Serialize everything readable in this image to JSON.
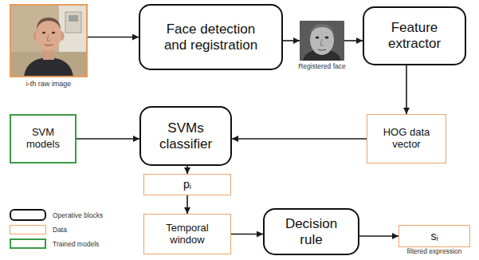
{
  "diagram": {
    "nodes": [
      {
        "text": [
          "i-th raw image"
        ]
      },
      {
        "text": [
          "Face detection and registration"
        ]
      },
      {
        "text": [
          "Registered face"
        ]
      },
      {
        "text": [
          "Feature extractor"
        ]
      },
      {
        "text": [
          "SVM models"
        ]
      },
      {
        "text": [
          "SVMs classifier"
        ]
      },
      {
        "text": [
          "HOG data vector"
        ]
      },
      {
        "text": [
          "pᵢ"
        ]
      },
      {
        "text": [
          "Temporal window"
        ]
      },
      {
        "text": [
          "Decision rule"
        ]
      },
      {
        "text": [
          "sᵢ",
          "filtered expression"
        ]
      }
    ],
    "edges": [
      {
        "from": 0,
        "to": 1,
        "arrow": "to"
      },
      {
        "from": 1,
        "to": 2,
        "arrow": "to"
      },
      {
        "from": 2,
        "to": 3,
        "arrow": "to"
      },
      {
        "from": 3,
        "to": 6,
        "arrow": "to"
      },
      {
        "from": 6,
        "to": 5,
        "arrow": "to"
      },
      {
        "from": 4,
        "to": 5,
        "arrow": "to"
      },
      {
        "from": 5,
        "to": 7,
        "arrow": "to"
      },
      {
        "from": 7,
        "to": 8,
        "arrow": "to"
      },
      {
        "from": 8,
        "to": 9,
        "arrow": "to"
      },
      {
        "from": 9,
        "to": 10,
        "arrow": "to"
      }
    ],
    "legend": [
      {
        "text": "Operative blocks"
      },
      {
        "text": "Data"
      },
      {
        "text": "Trained models"
      }
    ]
  }
}
